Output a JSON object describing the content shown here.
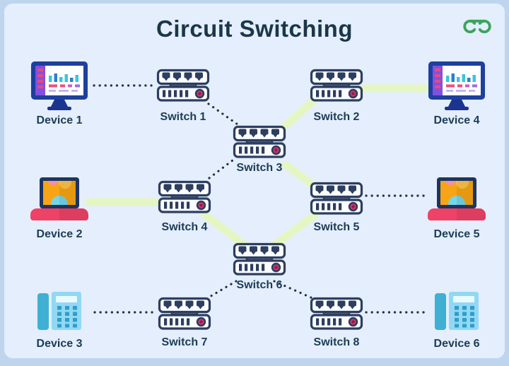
{
  "header": {
    "title": "Circuit Switching",
    "logo": "geeksforgeeks-logo"
  },
  "colors": {
    "outer_background": "#bfd5ee",
    "panel_background": "#e4eefc",
    "text_dark": "#1d3c55",
    "circuit_path_highlight": "#e6f6c3",
    "dotted_link": "#2a2f3a",
    "switch_outline": "#2d3e5f",
    "switch_led": "#d6336c",
    "logo_green": "#3ba45c"
  },
  "nodes": [
    {
      "label": "Device 1",
      "type": "monitor"
    },
    {
      "label": "Switch 1",
      "type": "switch"
    },
    {
      "label": "Switch 2",
      "type": "switch"
    },
    {
      "label": "Device 4",
      "type": "monitor"
    },
    {
      "label": "Switch 3",
      "type": "switch"
    },
    {
      "label": "Device 2",
      "type": "laptop"
    },
    {
      "label": "Switch 4",
      "type": "switch"
    },
    {
      "label": "Switch 5",
      "type": "switch"
    },
    {
      "label": "Device 5",
      "type": "laptop"
    },
    {
      "label": "Switch 6",
      "type": "switch"
    },
    {
      "label": "Device 3",
      "type": "phone"
    },
    {
      "label": "Switch 7",
      "type": "switch"
    },
    {
      "label": "Switch 8",
      "type": "switch"
    },
    {
      "label": "Device 6",
      "type": "phone"
    }
  ],
  "connections": {
    "circuit_path": [
      "Device 2",
      "Switch 4",
      "Switch 6",
      "Switch 5",
      "Switch 3",
      "Switch 2",
      "Device 4"
    ],
    "dotted_links": [
      [
        "Device 1",
        "Switch 1"
      ],
      [
        "Switch 1",
        "Switch 3"
      ],
      [
        "Switch 4",
        "Switch 3"
      ],
      [
        "Switch 5",
        "Device 5"
      ],
      [
        "Switch 6",
        "Switch 7"
      ],
      [
        "Switch 6",
        "Switch 8"
      ],
      [
        "Device 3",
        "Switch 7"
      ],
      [
        "Switch 8",
        "Device 6"
      ]
    ]
  }
}
